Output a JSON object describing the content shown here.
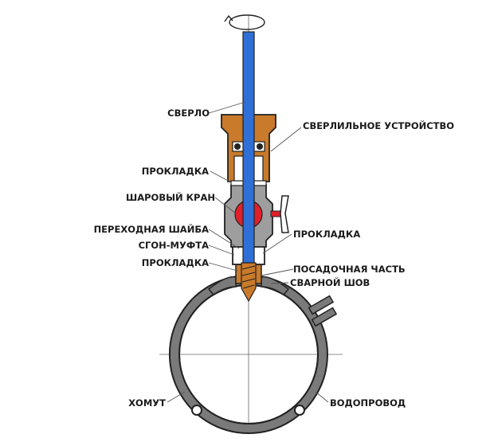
{
  "labels": {
    "drill": "СВЕРЛО",
    "drilling_device": "СВЕРЛИЛЬНОЕ УСТРОЙСТВО",
    "gasket_top": "ПРОКЛАДКА",
    "ball_valve": "ШАРОВЫЙ КРАН",
    "adapter_washer": "ПЕРЕХОДНАЯ ШАЙБА",
    "coupling": "СГОН-МУФТА",
    "gasket_lower": "ПРОКЛАДКА",
    "gasket_right": "ПРОКЛАДКА",
    "seat_part": "ПОСАДОЧНАЯ ЧАСТЬ",
    "weld_seam": "СВАРНОЙ ШОВ",
    "clamp": "ХОМУТ",
    "water_pipe": "ВОДОПРОВОД"
  },
  "colors": {
    "drill": "#2f6fd6",
    "brass": "#c97a2a",
    "steel": "#9e9e9e",
    "valve_ball": "#e0202a",
    "pipe_wall": "#7a7a7a",
    "outline": "#222222"
  }
}
